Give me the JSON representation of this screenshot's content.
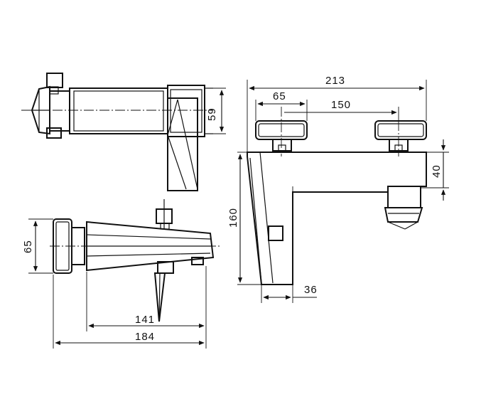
{
  "dimensions": {
    "total_length_top": "213",
    "handle_offset": "65",
    "inlet_spacing": "150",
    "handle_depth": "59",
    "outlet_drop": "40",
    "body_height": "160",
    "spout_width": "36",
    "side_height": "65",
    "spout_reach": "141",
    "total_depth": "184"
  }
}
